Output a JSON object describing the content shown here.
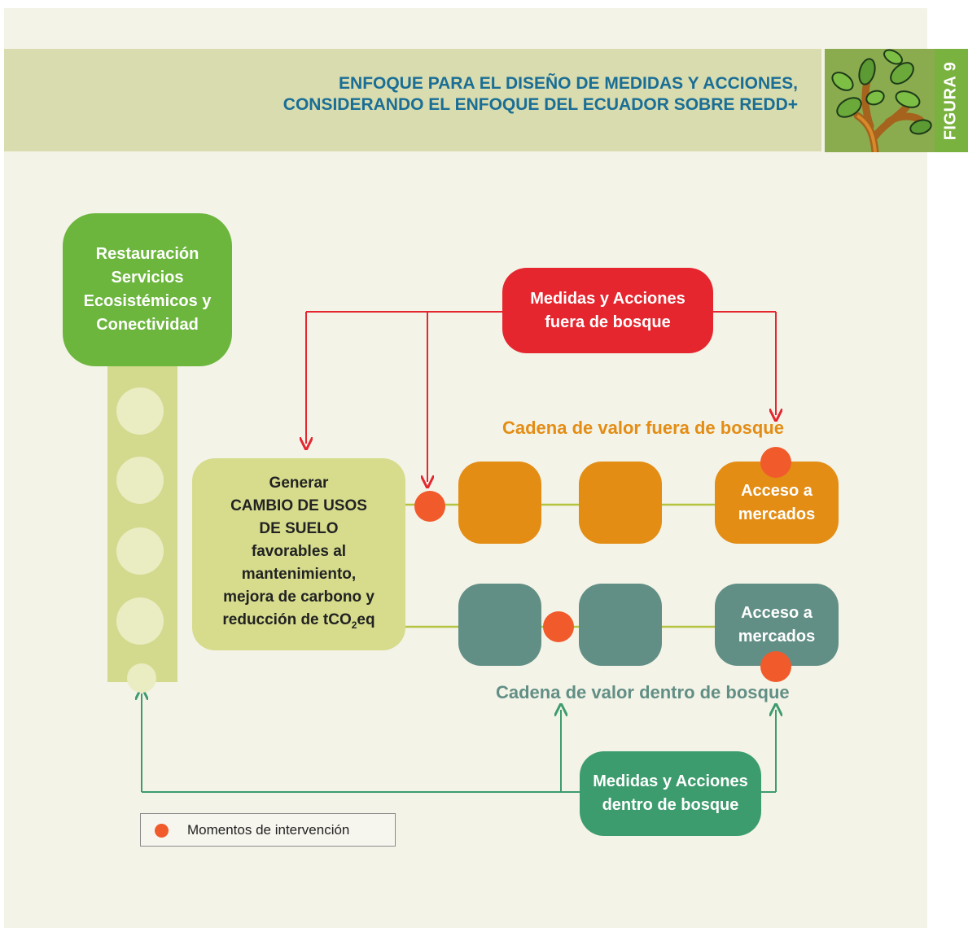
{
  "header": {
    "title_line1": "ENFOQUE PARA EL DISEÑO DE MEDIDAS Y ACCIONES,",
    "title_line2": "CONSIDERANDO EL ENFOQUE DEL ECUADOR SOBRE REDD+",
    "figure_label": "FIGURA 9"
  },
  "boxes": {
    "restauracion": "Restauración Servicios Ecosistémicos y Conectividad",
    "fuera_bosque": "Medidas y Acciones fuera de bosque",
    "dentro_bosque": "Medidas y Acciones dentro de bosque",
    "generar": {
      "line1": "Generar",
      "line2": "CAMBIO DE USOS",
      "line3": "DE SUELO",
      "line4": "favorables al",
      "line5": "mantenimiento,",
      "line6": "mejora de carbono y",
      "line7_prefix": "reducción de tCO",
      "line7_sub": "2",
      "line7_suffix": "eq"
    }
  },
  "chains": {
    "fuera": {
      "label": "Cadena de valor fuera de bosque",
      "end_label": "Acceso a mercados"
    },
    "dentro": {
      "label": "Cadena de valor dentro de bosque",
      "end_label": "Acceso a mercados"
    }
  },
  "legend": {
    "text": "Momentos de intervención"
  },
  "colors": {
    "title": "#1a6e96",
    "red": "#e5262f",
    "orange": "#e38d15",
    "teal": "#628f85",
    "green": "#6cb63e",
    "dark_green": "#3d9c6e",
    "intervention_dot": "#f15a2b"
  },
  "icons": {
    "figure_art": "tree-icon"
  }
}
